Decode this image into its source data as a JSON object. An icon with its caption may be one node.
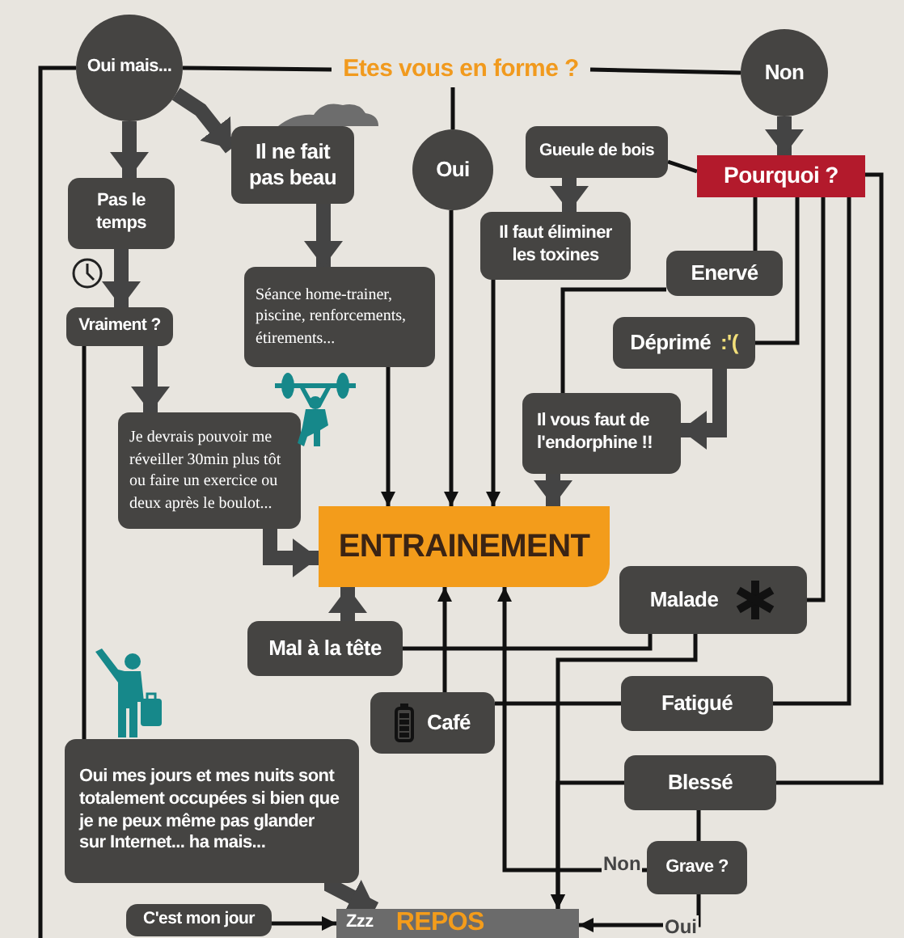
{
  "diagram": {
    "nodes": [
      {
        "text": [
          "Etes vous en forme ?"
        ]
      },
      {
        "text": [
          "Oui mais..."
        ]
      },
      {
        "text": [
          "Oui"
        ]
      },
      {
        "text": [
          "Non"
        ]
      },
      {
        "text": [
          "Pas le temps"
        ]
      },
      {
        "text": [
          "Vraiment ?"
        ]
      },
      {
        "text": [
          "Je devrais pouvoir me réveiller 30min plus tôt ou faire un exercice ou deux après le boulot..."
        ]
      },
      {
        "text": [
          "Il ne fait pas beau"
        ]
      },
      {
        "text": [
          "Séance home-trainer, piscine, renforcements, étirements..."
        ]
      },
      {
        "text": [
          "Gueule de bois"
        ]
      },
      {
        "text": [
          "Pourquoi ?"
        ]
      },
      {
        "text": [
          "Il faut éliminer les toxines"
        ]
      },
      {
        "text": [
          "Enervé"
        ]
      },
      {
        "text": [
          "Déprimé",
          ":'("
        ]
      },
      {
        "text": [
          "Il vous faut de l'endorphine !!"
        ]
      },
      {
        "text": [
          "ENTRAINEMENT"
        ]
      },
      {
        "text": [
          "Mal à la tête"
        ]
      },
      {
        "text": [
          "Café"
        ]
      },
      {
        "text": [
          "Malade"
        ]
      },
      {
        "text": [
          "Fatigué"
        ]
      },
      {
        "text": [
          "Blessé"
        ]
      },
      {
        "text": [
          "Grave ?"
        ]
      },
      {
        "text": [
          "Oui mes jours et mes nuits sont totalement occupées si bien que je ne peux même pas glander sur Internet... ha mais..."
        ]
      },
      {
        "text": [
          "C'est mon jour"
        ]
      },
      {
        "text": [
          "Zzz",
          "REPOS"
        ]
      }
    ],
    "edges": [
      {
        "from": 0,
        "to": 1,
        "arrow": "none"
      },
      {
        "from": 0,
        "to": 3,
        "arrow": "none"
      },
      {
        "from": 0,
        "to": 2,
        "arrow": "none"
      },
      {
        "from": 1,
        "to": 4,
        "arrow": "to",
        "style": "thick",
        "color": "#444444"
      },
      {
        "from": 1,
        "to": 7,
        "arrow": "to",
        "style": "thick",
        "color": "#444444"
      },
      {
        "from": 4,
        "to": 5,
        "arrow": "to",
        "style": "thick",
        "color": "#444444"
      },
      {
        "from": 5,
        "to": 6,
        "arrow": "to",
        "style": "thick",
        "color": "#444444"
      },
      {
        "from": 6,
        "to": 15,
        "arrow": "to",
        "style": "thick",
        "color": "#444444"
      },
      {
        "from": 5,
        "to": 22,
        "arrow": "none"
      },
      {
        "from": 1,
        "to": null,
        "arrow": "none"
      },
      {
        "from": 7,
        "to": 8,
        "arrow": "to",
        "style": "thick",
        "color": "#444444"
      },
      {
        "from": 8,
        "to": 15,
        "arrow": "to"
      },
      {
        "from": 2,
        "to": 15,
        "arrow": "to"
      },
      {
        "from": 11,
        "to": 15,
        "arrow": "to"
      },
      {
        "from": 14,
        "to": 15,
        "arrow": "to",
        "style": "thick",
        "color": "#444444"
      },
      {
        "from": 9,
        "to": 11,
        "arrow": "to",
        "style": "thick",
        "color": "#444444"
      },
      {
        "from": 9,
        "to": 10,
        "arrow": "none"
      },
      {
        "from": 3,
        "to": 10,
        "arrow": "to",
        "style": "thick",
        "color": "#444444"
      },
      {
        "from": 10,
        "to": 12,
        "arrow": "none"
      },
      {
        "from": 12,
        "to": 14,
        "arrow": "none"
      },
      {
        "from": 13,
        "to": 14,
        "arrow": "to",
        "style": "thick",
        "color": "#444444"
      },
      {
        "from": 10,
        "to": 13,
        "arrow": "none"
      },
      {
        "from": 10,
        "to": 18,
        "arrow": "none"
      },
      {
        "from": 10,
        "to": 19,
        "arrow": "none"
      },
      {
        "from": 10,
        "to": 20,
        "arrow": "none"
      },
      {
        "from": 16,
        "to": 15,
        "arrow": "to",
        "style": "thick",
        "color": "#444444"
      },
      {
        "from": 18,
        "to": 16,
        "arrow": "none"
      },
      {
        "from": 17,
        "to": 15,
        "arrow": "to"
      },
      {
        "from": 19,
        "to": 17,
        "arrow": "none"
      },
      {
        "from": 21,
        "to": 15,
        "arrow": "to",
        "label": "Non"
      },
      {
        "from": 18,
        "to": 24,
        "arrow": "to"
      },
      {
        "from": 20,
        "to": 24,
        "arrow": "to"
      },
      {
        "from": 20,
        "to": 21,
        "arrow": "none"
      },
      {
        "from": 21,
        "to": 24,
        "arrow": "to",
        "label": "Oui"
      },
      {
        "from": 22,
        "to": 24,
        "arrow": "to",
        "style": "thick",
        "color": "#444444"
      },
      {
        "from": 23,
        "to": 24,
        "arrow": "to"
      }
    ]
  }
}
